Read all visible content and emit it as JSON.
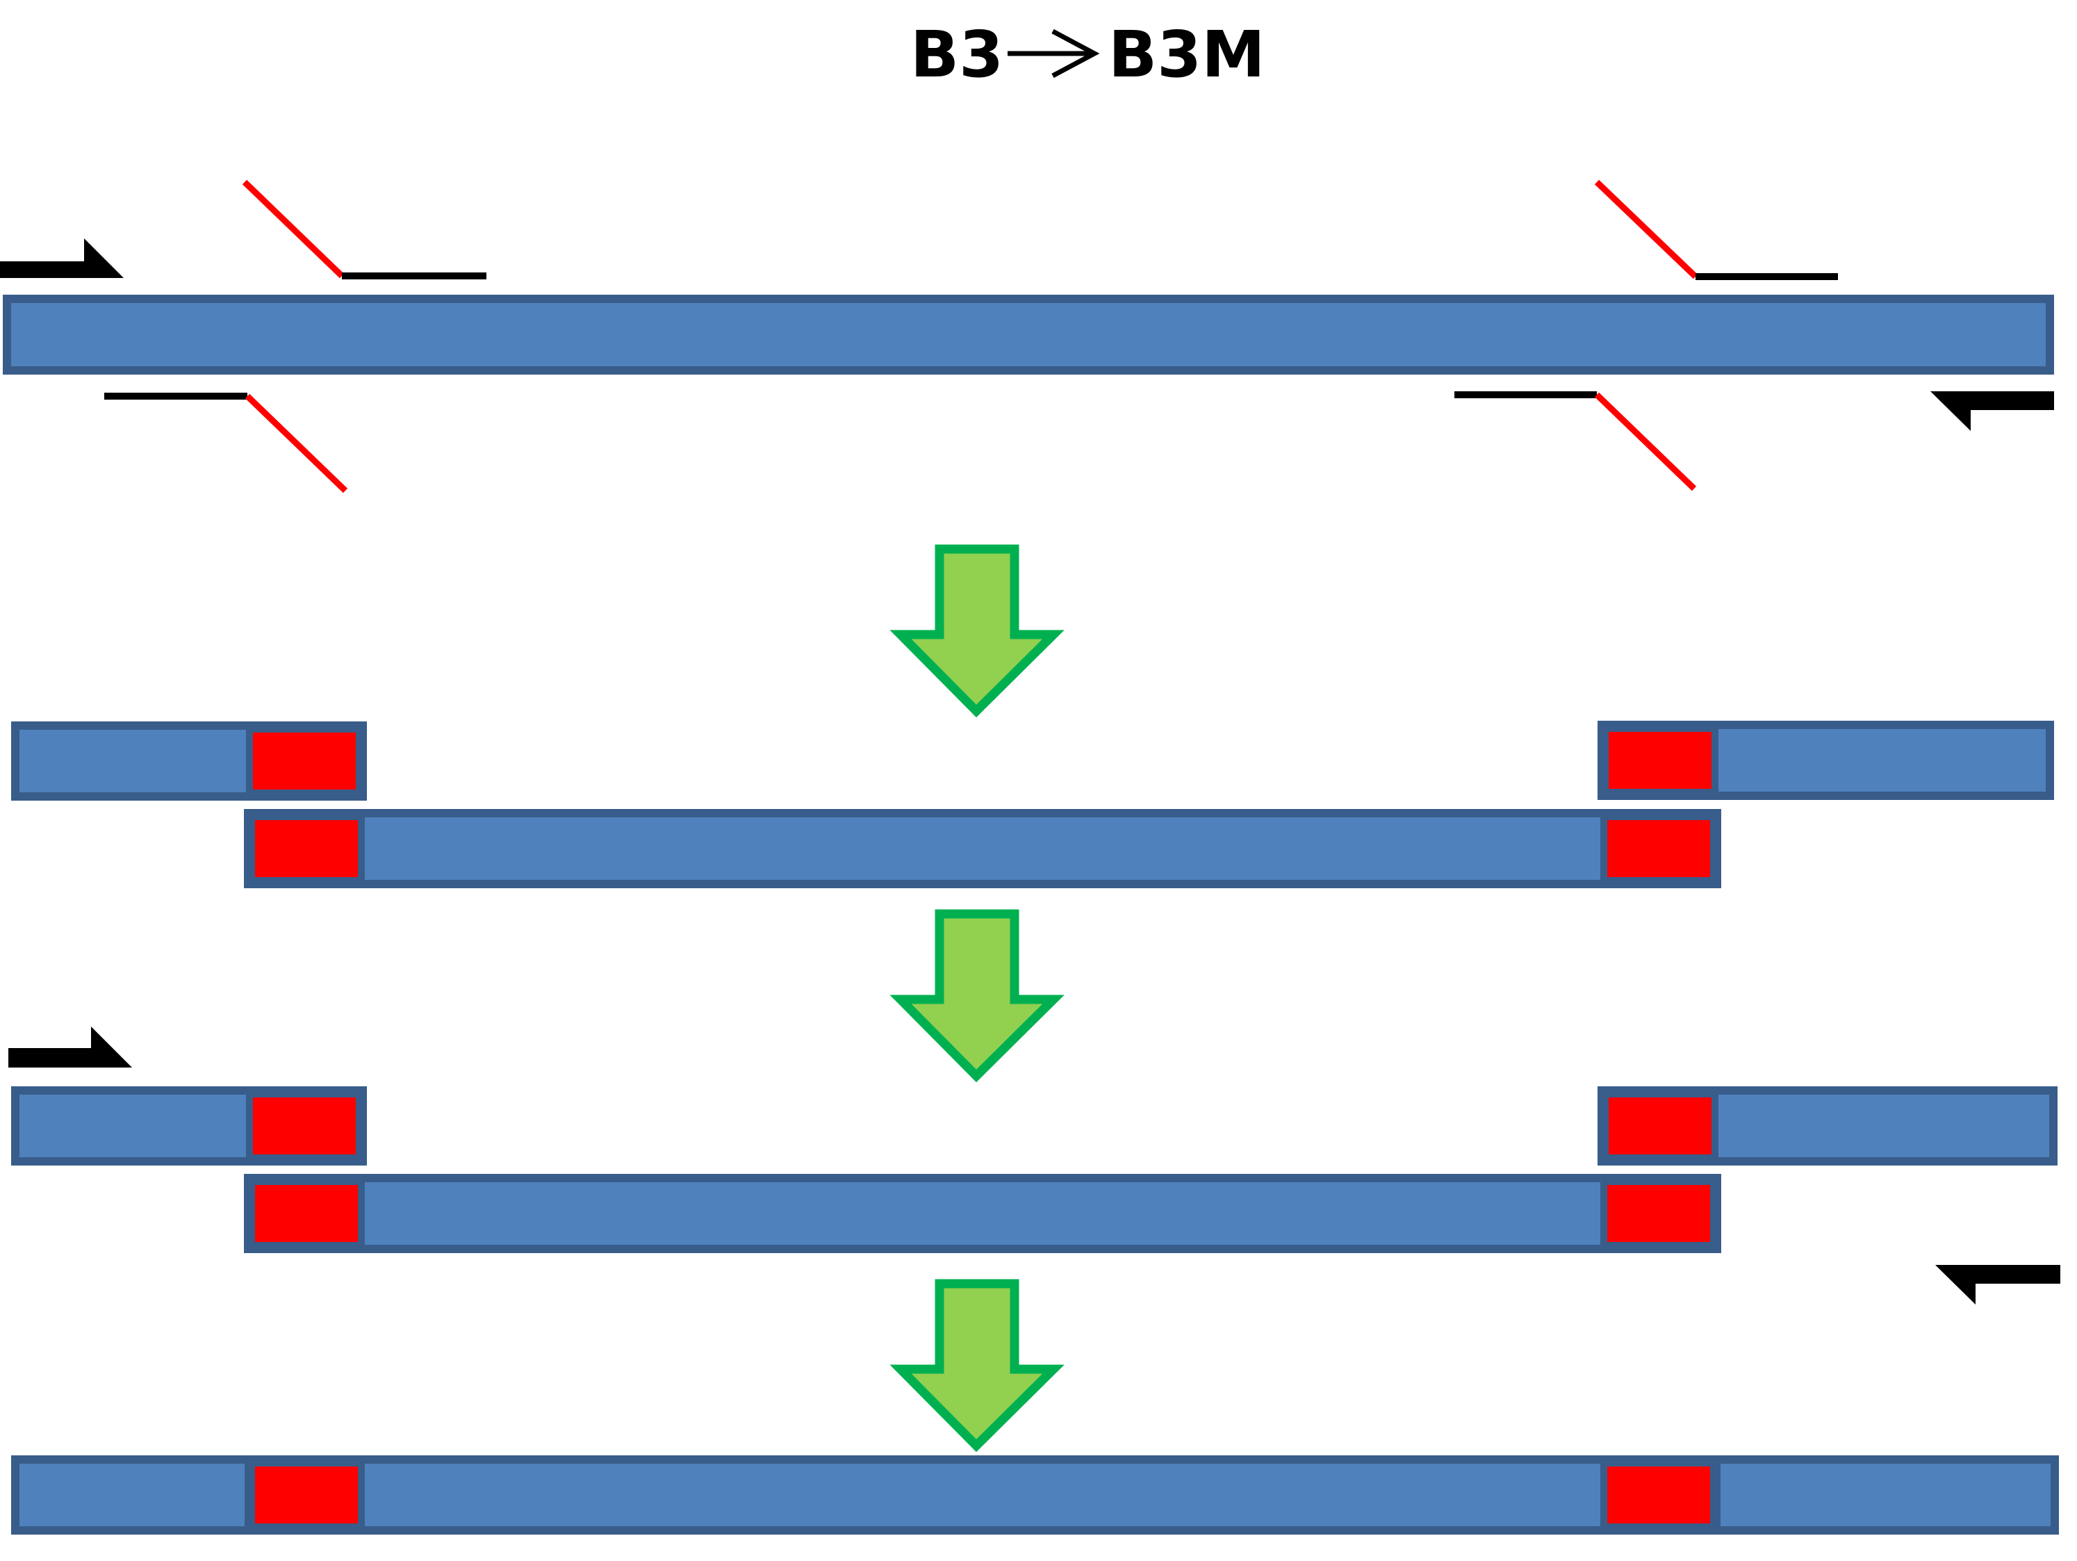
{
  "title": {
    "from_label": "B3",
    "arrow_glyph": "→",
    "to_label": "B3M"
  },
  "colors": {
    "segment_fill": "#4f81bd",
    "segment_border": "#385d8a",
    "mutation_block": "#ff0000",
    "mutagenic_tail": "#ff0000",
    "primer": "#000000",
    "step_arrow_fill": "#92d050",
    "step_arrow_border": "#00b050"
  },
  "stages": [
    {
      "id": "template-with-primers",
      "description_icon": "template-strand"
    },
    {
      "id": "first-round-products",
      "description_icon": "overlapping-fragments"
    },
    {
      "id": "overlap-extension-with-outer-primers",
      "description_icon": "overlapping-fragments"
    },
    {
      "id": "final-mutant-product",
      "description_icon": "full-length-product"
    }
  ]
}
